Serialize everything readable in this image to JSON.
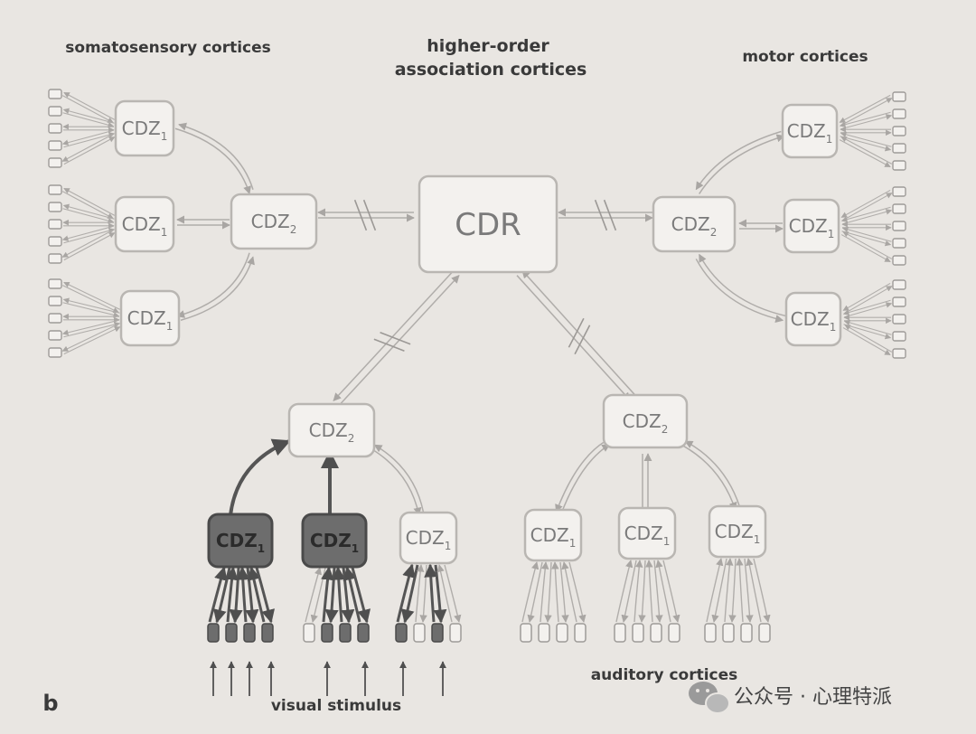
{
  "labels": {
    "somatosensory": "somatosensory cortices",
    "higher_order_1": "higher-order",
    "higher_order_2": "association cortices",
    "motor": "motor cortices",
    "auditory": "auditory cortices",
    "visual": "visual stimulus",
    "panel": "b"
  },
  "nodes": {
    "cdr": "CDR",
    "cdz": "CDZ",
    "sub1": "1",
    "sub2": "2"
  },
  "watermark": {
    "text": "公众号 · 心理特派"
  },
  "colors": {
    "background": "#e9e6e2",
    "box_stroke": "#b9b6b2",
    "active_fill": "#6d6d6d",
    "active_stroke": "#4a4a4a",
    "arrow_light": "#b0adaa",
    "arrow_dark": "#555555"
  }
}
